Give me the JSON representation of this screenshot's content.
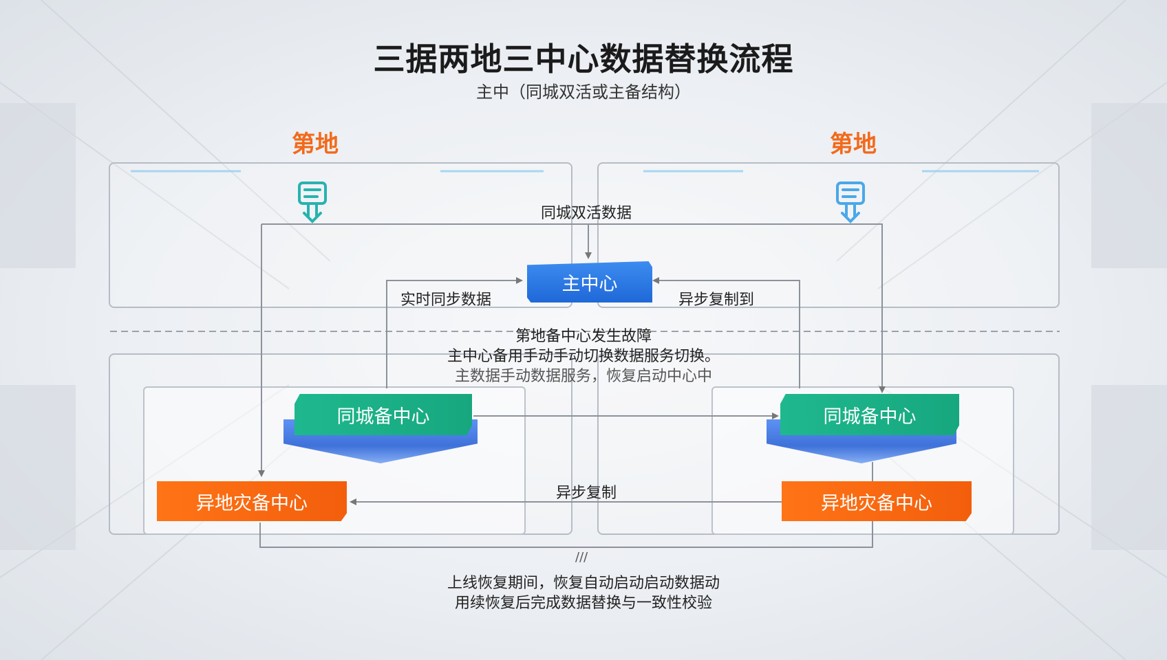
{
  "title": "三据两地三中心数据替换流程",
  "subtitle": "主中（同城双活或主备结构）",
  "regions": {
    "left_label": "第地",
    "right_label": "第地"
  },
  "nodes": {
    "main_center": "主中心",
    "standby_left": "同城备中心",
    "standby_right": "同城备中心",
    "dr_left": "异地灾备中心",
    "dr_right": "异地灾备中心"
  },
  "edges": {
    "active_active": "同城双活数据",
    "realtime_sync": "实时同步数据",
    "async_right": "异步复制到",
    "async_bottom": "异步复制"
  },
  "notices": {
    "failure": [
      "第地备中心发生故障",
      "主中心备用手动手动切换数据服务切换。",
      "主数据手动数据服务，恢复启动中心中"
    ],
    "recovery_mark": "///",
    "recovery": [
      "上线恢复期间，恢复自动启动启动数据动",
      "用续恢复后完成数据替换与一致性校验"
    ]
  },
  "icons": {
    "left_server": "server-icon",
    "right_server": "server-icon"
  },
  "colors": {
    "main": "#2a74e2",
    "standby": "#1db088",
    "dr": "#f7670f",
    "region_label": "#f26a1b",
    "server_icon": "#27b3b0"
  }
}
